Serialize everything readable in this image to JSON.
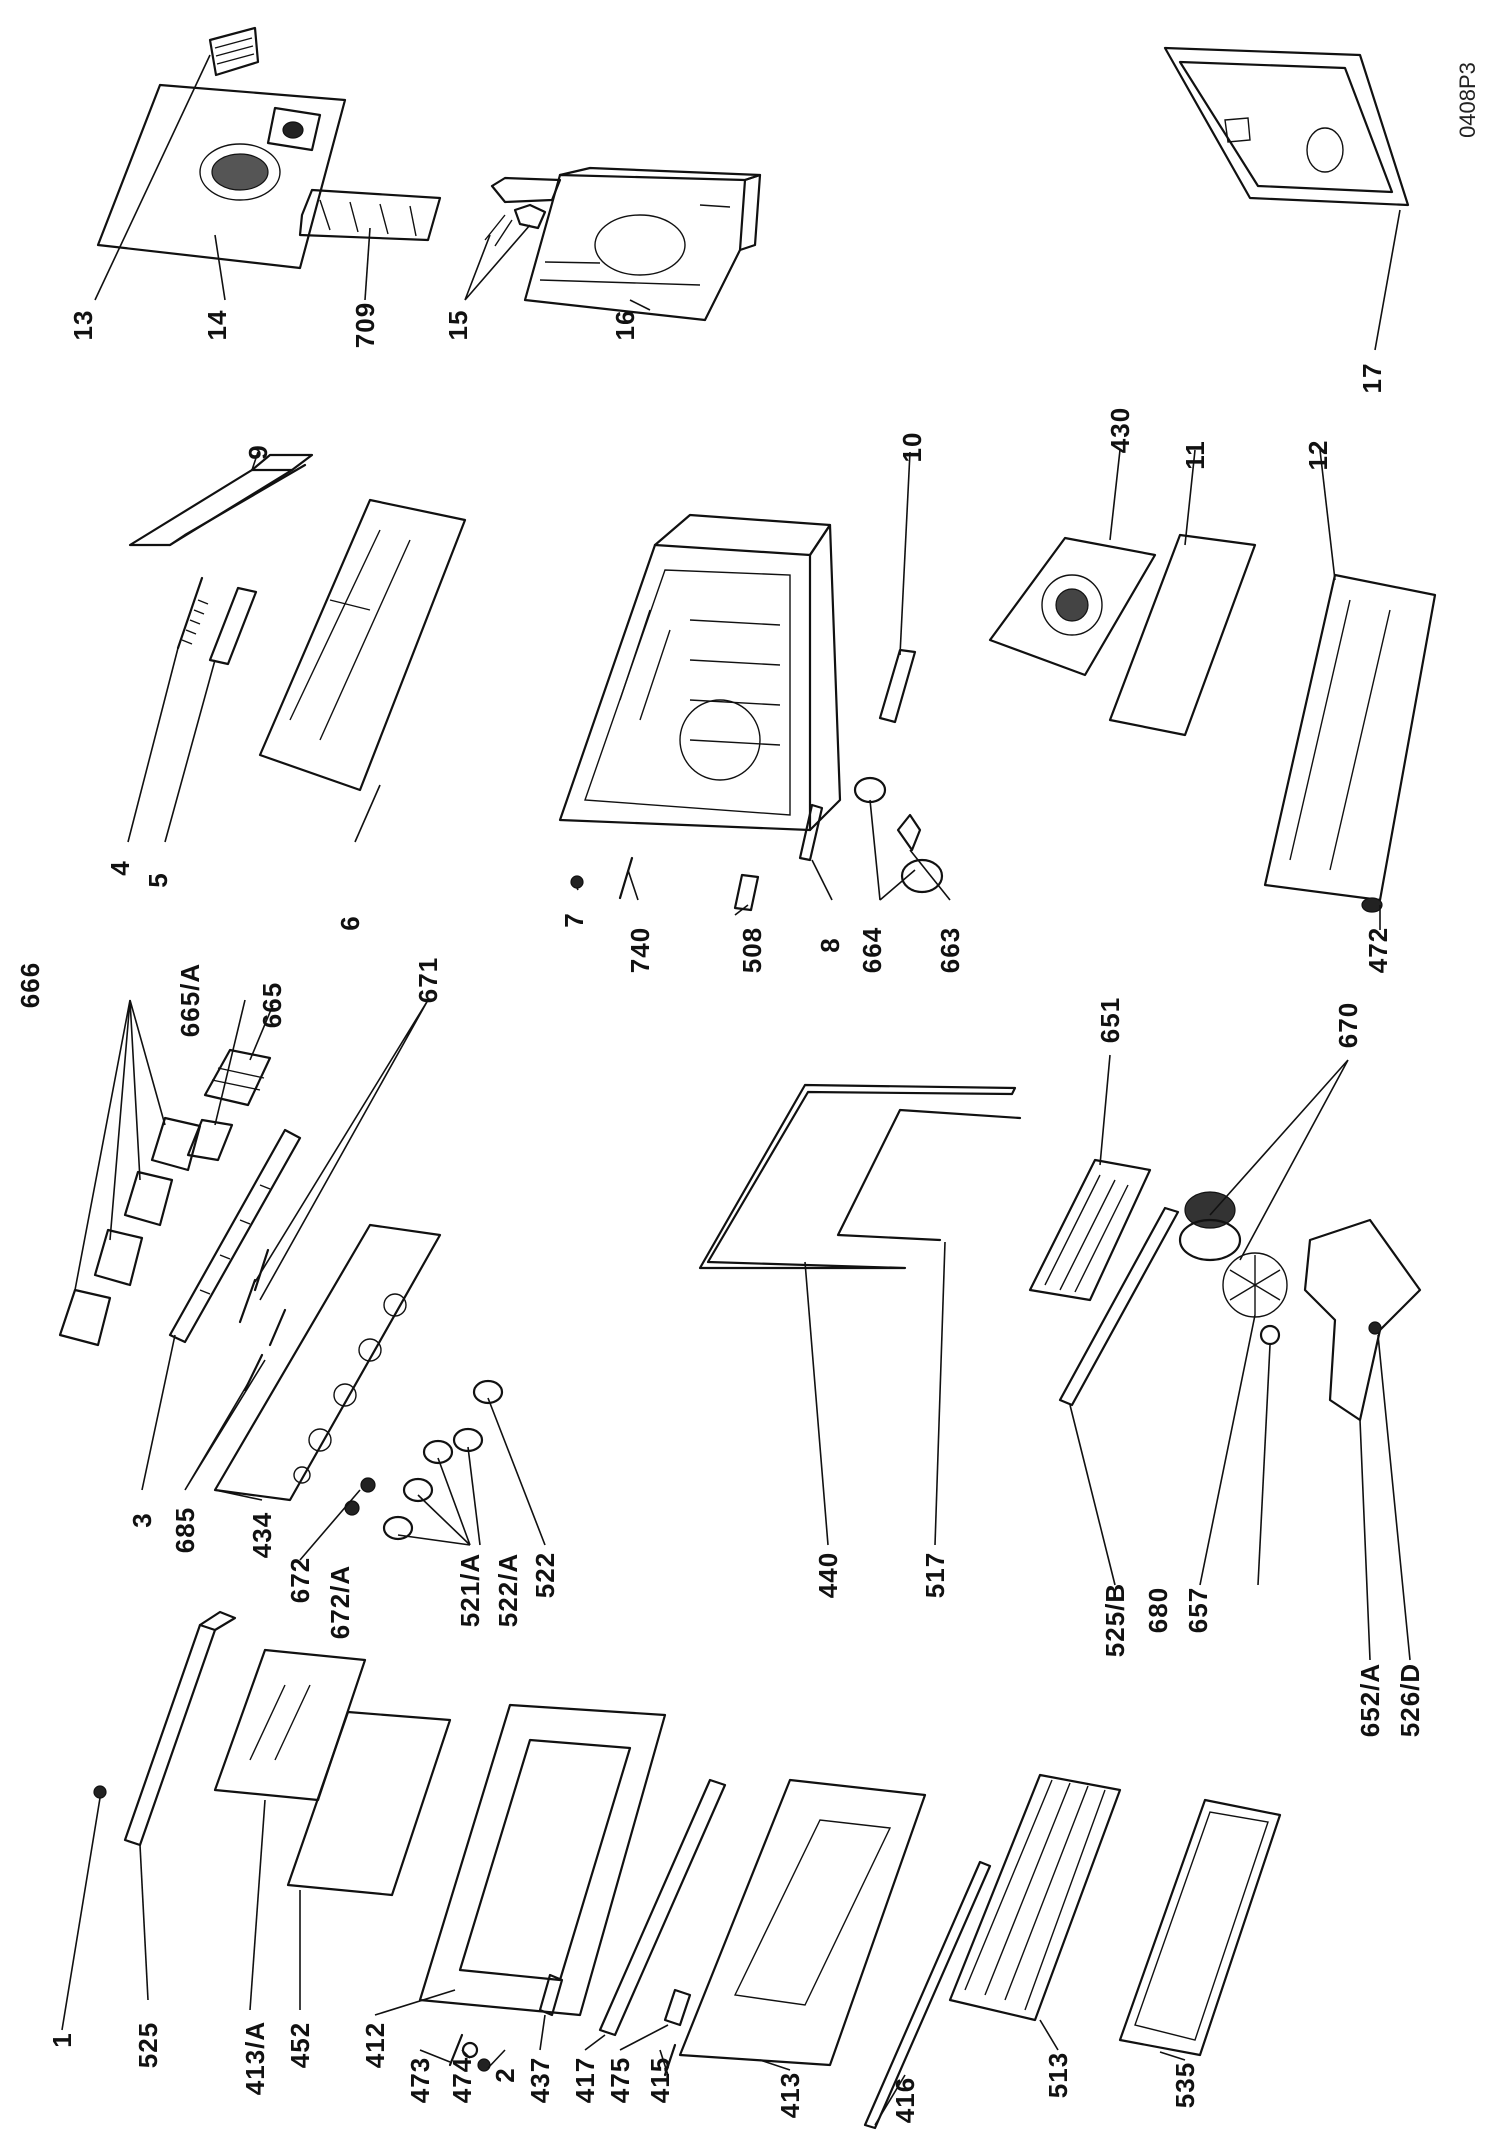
{
  "sheet_code": "0408P3",
  "labels": [
    {
      "id": "1",
      "text": "1"
    },
    {
      "id": "2",
      "text": "2"
    },
    {
      "id": "3",
      "text": "3"
    },
    {
      "id": "4",
      "text": "4"
    },
    {
      "id": "5",
      "text": "5"
    },
    {
      "id": "6",
      "text": "6"
    },
    {
      "id": "7",
      "text": "7"
    },
    {
      "id": "8",
      "text": "8"
    },
    {
      "id": "9",
      "text": "9"
    },
    {
      "id": "10",
      "text": "10"
    },
    {
      "id": "11",
      "text": "11"
    },
    {
      "id": "12",
      "text": "12"
    },
    {
      "id": "13",
      "text": "13"
    },
    {
      "id": "14",
      "text": "14"
    },
    {
      "id": "15",
      "text": "15"
    },
    {
      "id": "16",
      "text": "16"
    },
    {
      "id": "17",
      "text": "17"
    },
    {
      "id": "412",
      "text": "412"
    },
    {
      "id": "413",
      "text": "413"
    },
    {
      "id": "413A",
      "text": "413/A"
    },
    {
      "id": "415",
      "text": "415"
    },
    {
      "id": "416",
      "text": "416"
    },
    {
      "id": "417",
      "text": "417"
    },
    {
      "id": "430",
      "text": "430"
    },
    {
      "id": "434",
      "text": "434"
    },
    {
      "id": "437",
      "text": "437"
    },
    {
      "id": "440",
      "text": "440"
    },
    {
      "id": "452",
      "text": "452"
    },
    {
      "id": "472",
      "text": "472"
    },
    {
      "id": "473",
      "text": "473"
    },
    {
      "id": "474",
      "text": "474"
    },
    {
      "id": "475",
      "text": "475"
    },
    {
      "id": "508",
      "text": "508"
    },
    {
      "id": "513",
      "text": "513"
    },
    {
      "id": "517",
      "text": "517"
    },
    {
      "id": "521A",
      "text": "521/A"
    },
    {
      "id": "522",
      "text": "522"
    },
    {
      "id": "522A",
      "text": "522/A"
    },
    {
      "id": "525",
      "text": "525"
    },
    {
      "id": "525B",
      "text": "525/B"
    },
    {
      "id": "526D",
      "text": "526/D"
    },
    {
      "id": "535",
      "text": "535"
    },
    {
      "id": "651",
      "text": "651"
    },
    {
      "id": "652A",
      "text": "652/A"
    },
    {
      "id": "657",
      "text": "657"
    },
    {
      "id": "663",
      "text": "663"
    },
    {
      "id": "664",
      "text": "664"
    },
    {
      "id": "665",
      "text": "665"
    },
    {
      "id": "665A",
      "text": "665/A"
    },
    {
      "id": "666",
      "text": "666"
    },
    {
      "id": "670",
      "text": "670"
    },
    {
      "id": "671",
      "text": "671"
    },
    {
      "id": "672",
      "text": "672"
    },
    {
      "id": "672A",
      "text": "672/A"
    },
    {
      "id": "680",
      "text": "680"
    },
    {
      "id": "685",
      "text": "685"
    },
    {
      "id": "709",
      "text": "709"
    },
    {
      "id": "740",
      "text": "740"
    }
  ]
}
